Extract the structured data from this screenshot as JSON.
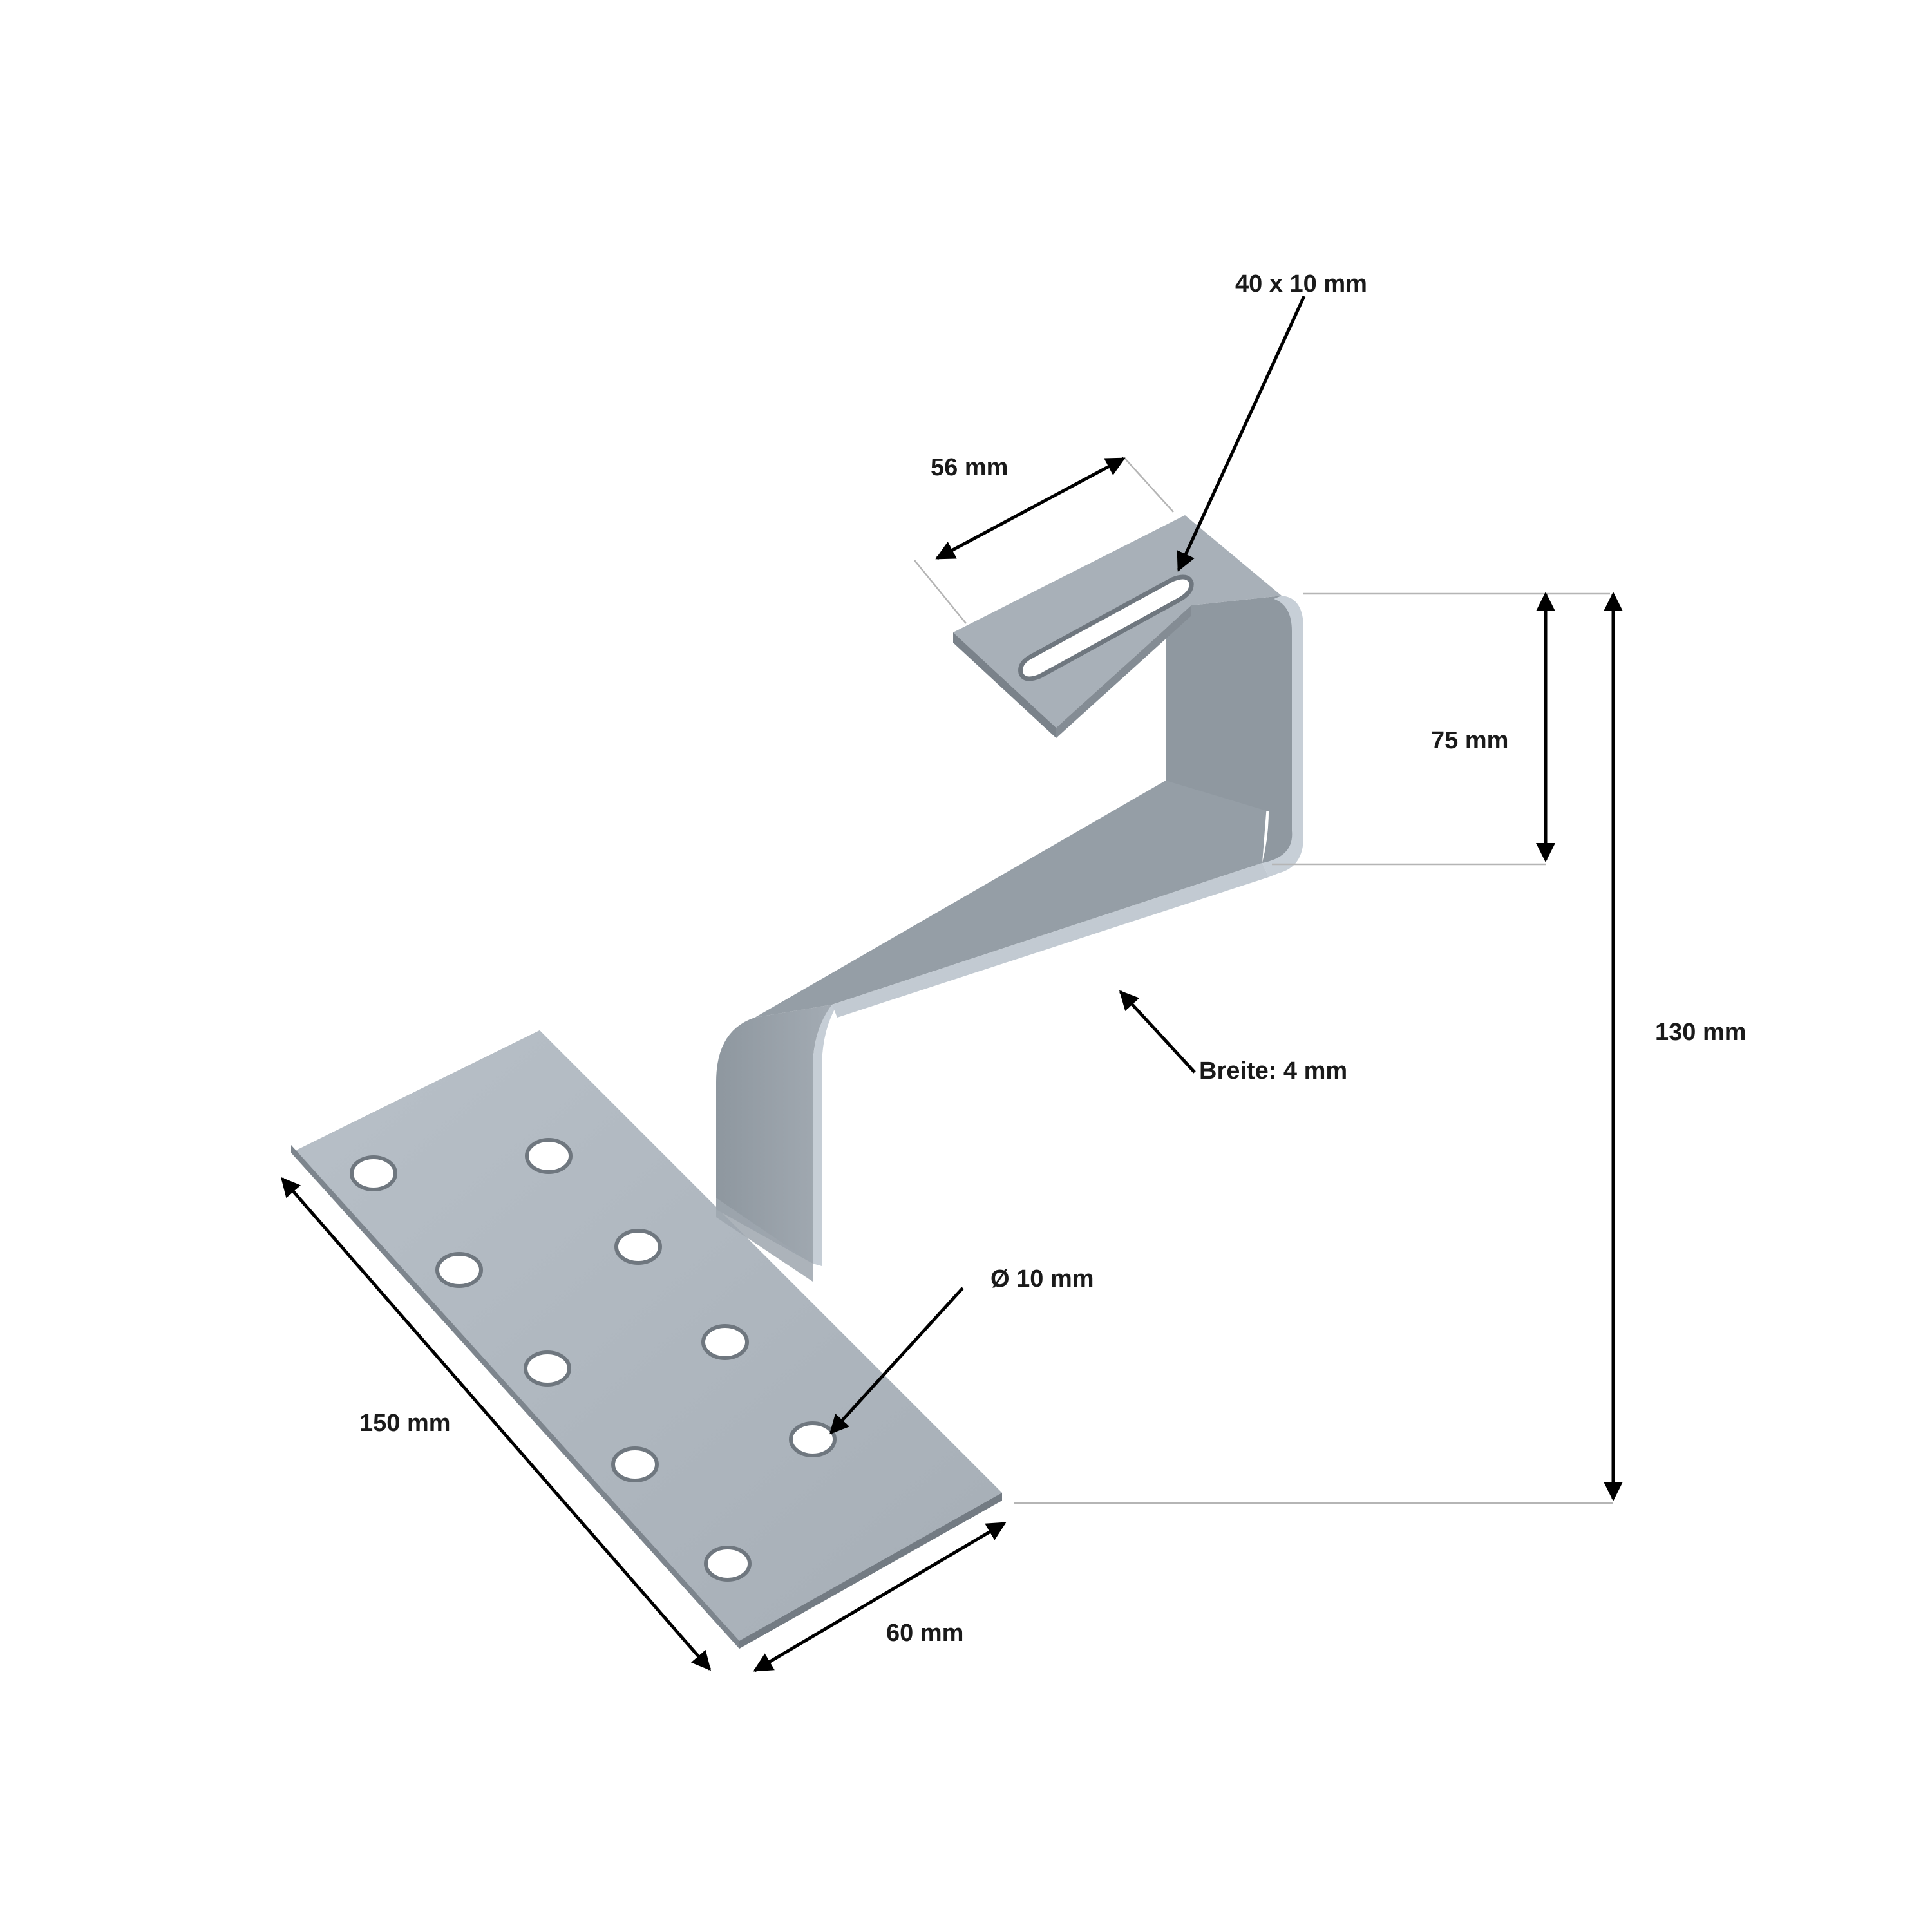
{
  "diagram": {
    "labels": {
      "slot": "40 x 10 mm",
      "hook_width": "56 mm",
      "hook_rise": "75 mm",
      "total_height": "130 mm",
      "thickness": "Breite: 4 mm",
      "hole_diameter": "Ø 10 mm",
      "plate_length": "150 mm",
      "plate_width": "60 mm"
    }
  },
  "colors": {
    "metal_light": "#b4bcc4",
    "metal_mid": "#9aa3ab",
    "metal_dark": "#767e86",
    "arrow": "#000000",
    "extension_line": "#b5b5b5"
  }
}
